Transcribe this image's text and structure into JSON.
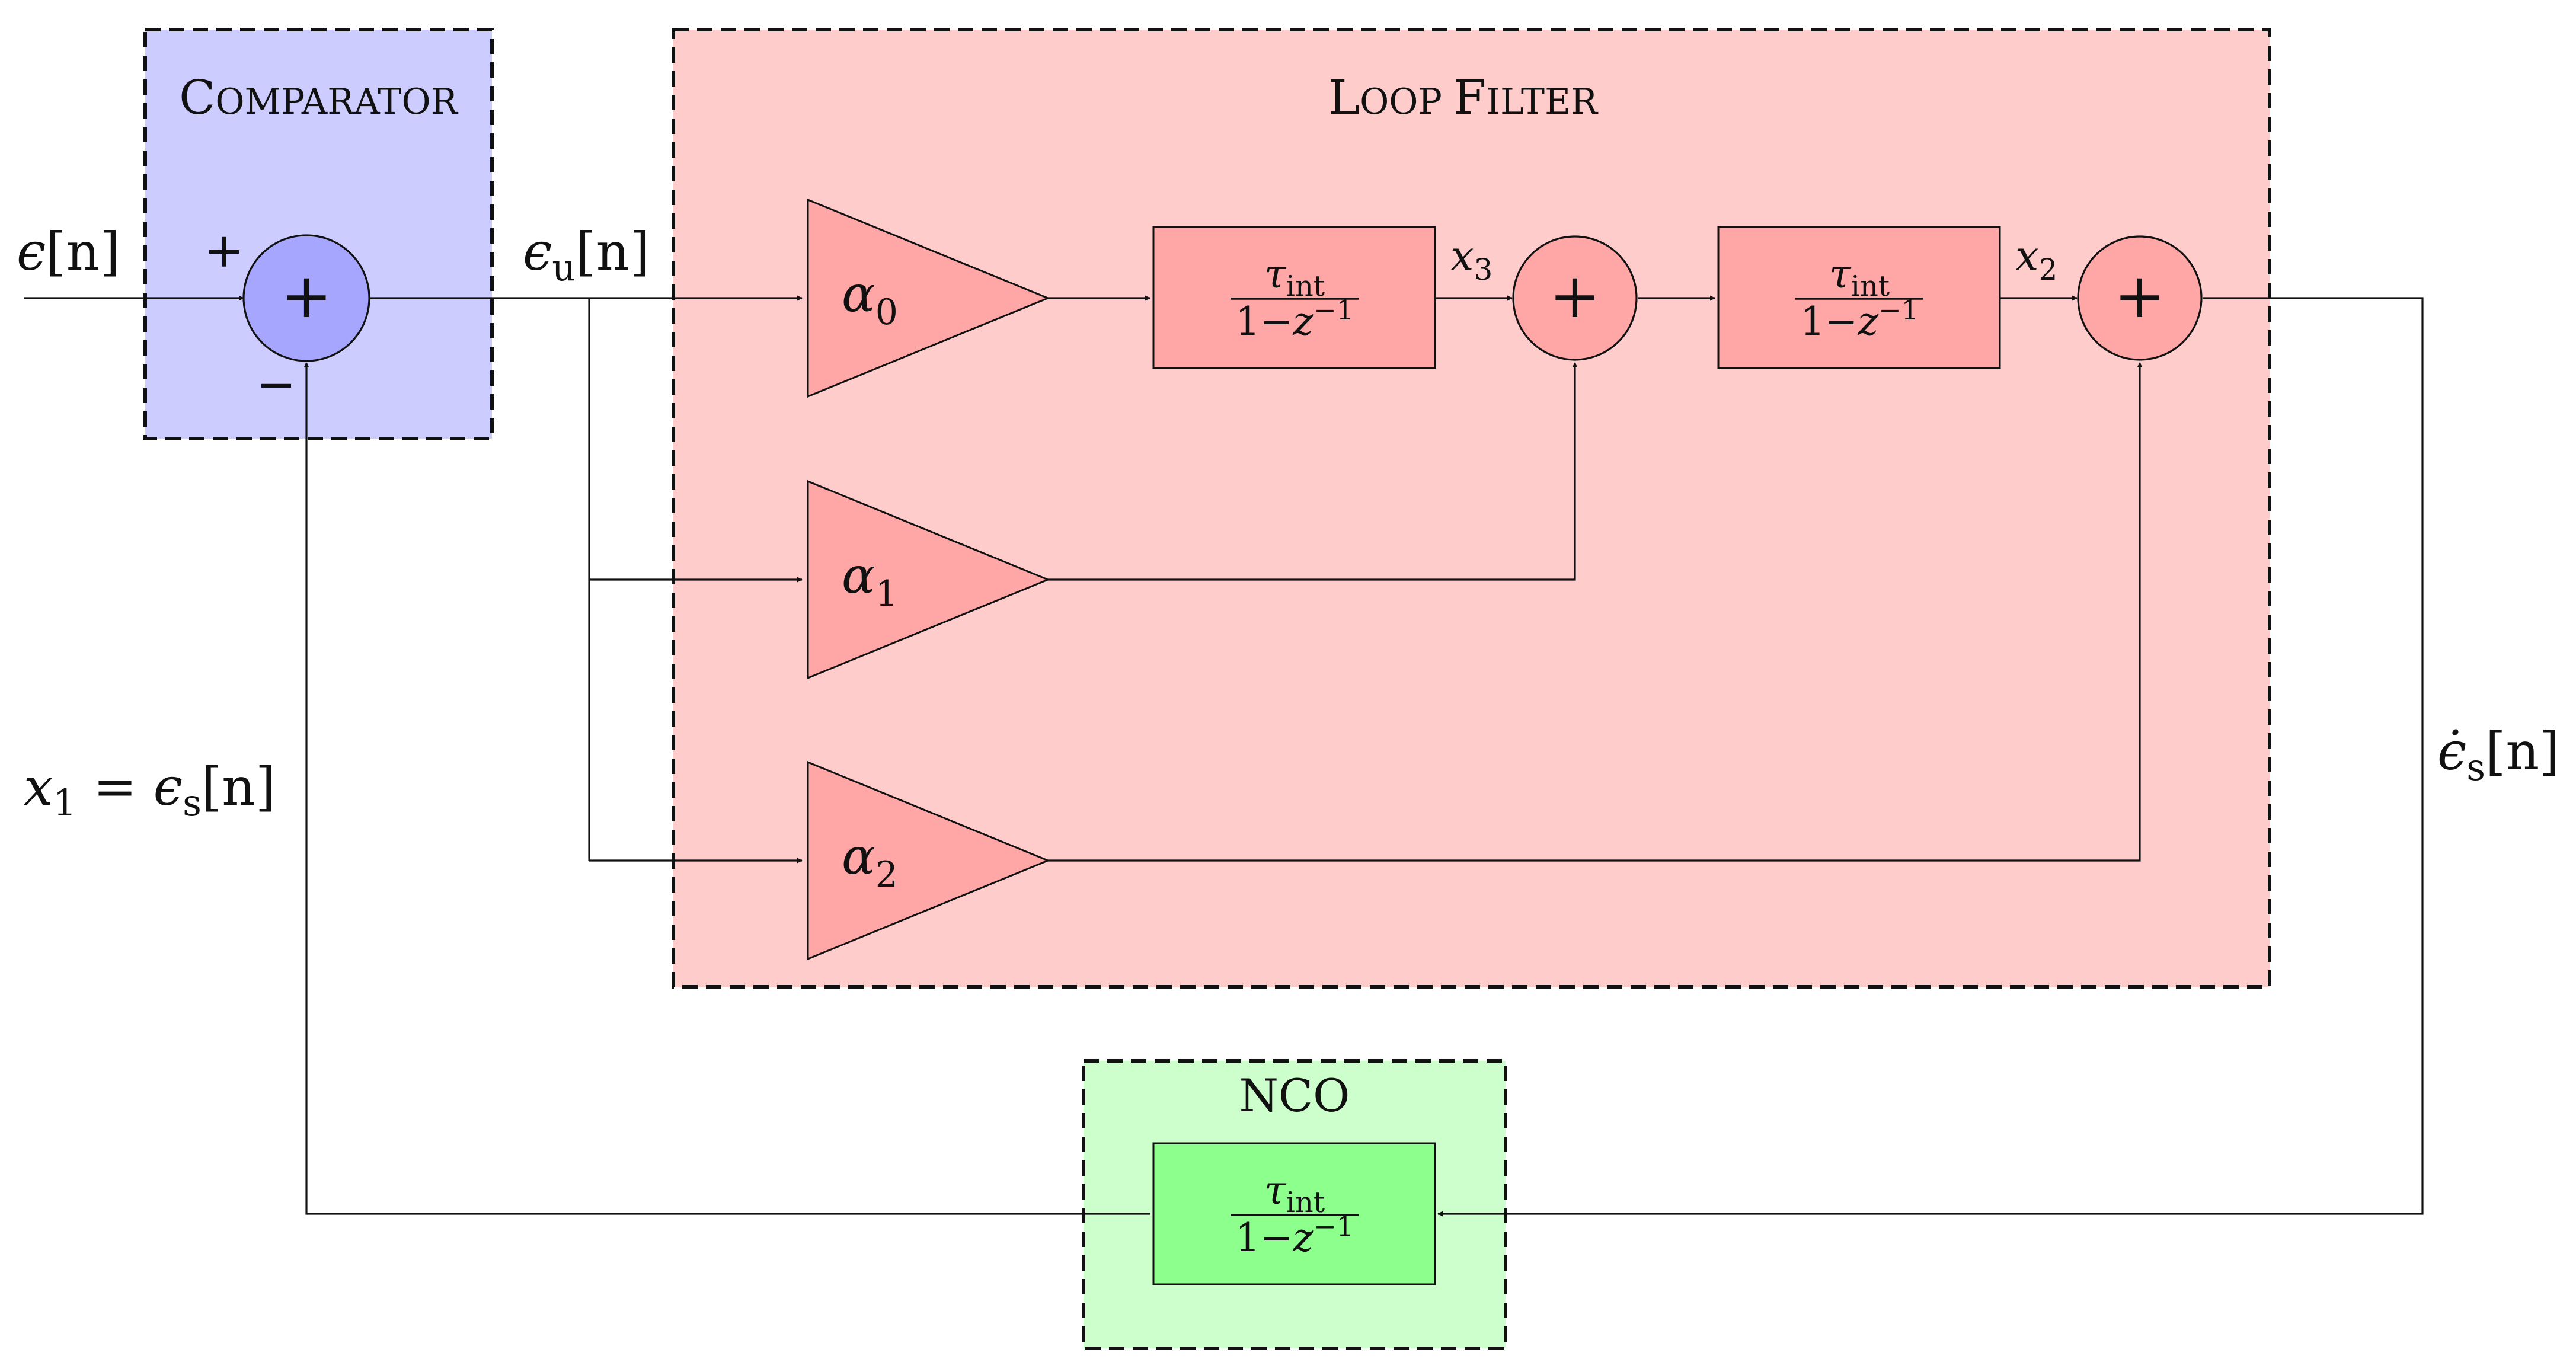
{
  "colors": {
    "comparator_region": "#ccccff",
    "comparator_sum": "#a6a6ff",
    "loop_filter_region": "#ffcccc",
    "loop_filter_block": "#ffa6a6",
    "nco_region": "#ccffcc",
    "nco_block": "#8cff8c",
    "line": "#111111"
  },
  "regions": {
    "comparator": {
      "title_big": "C",
      "title_small": "OMPARATOR"
    },
    "loop_filter": {
      "title_big_1": "L",
      "title_small_1": "OOP ",
      "title_big_2": "F",
      "title_small_2": "ILTER"
    },
    "nco": {
      "title": "NCO"
    }
  },
  "signals": {
    "input": {
      "sym": "ϵ",
      "arg": "[n]"
    },
    "unfiltered": {
      "sym": "ϵ",
      "sub": "u",
      "arg": "[n]"
    },
    "feedback": {
      "lhs": "x",
      "lhs_sub": "1",
      "eq": " = ",
      "sym": "ϵ",
      "sub": "s",
      "arg": "[n]"
    },
    "rate": {
      "sym": "ϵ̇",
      "sub": "s",
      "arg": "[n]"
    },
    "x3": {
      "sym": "x",
      "sub": "3"
    },
    "x2": {
      "sym": "x",
      "sub": "2"
    }
  },
  "comparator_signs": {
    "plus": "+",
    "minus": "−"
  },
  "sum_symbol": "+",
  "gains": [
    {
      "sym": "α",
      "sub": "0"
    },
    {
      "sym": "α",
      "sub": "1"
    },
    {
      "sym": "α",
      "sub": "2"
    }
  ],
  "integrator": {
    "num_sym": "τ",
    "num_sub": "int",
    "den_prefix": "1−",
    "den_var": "z",
    "den_sup": "−1"
  }
}
